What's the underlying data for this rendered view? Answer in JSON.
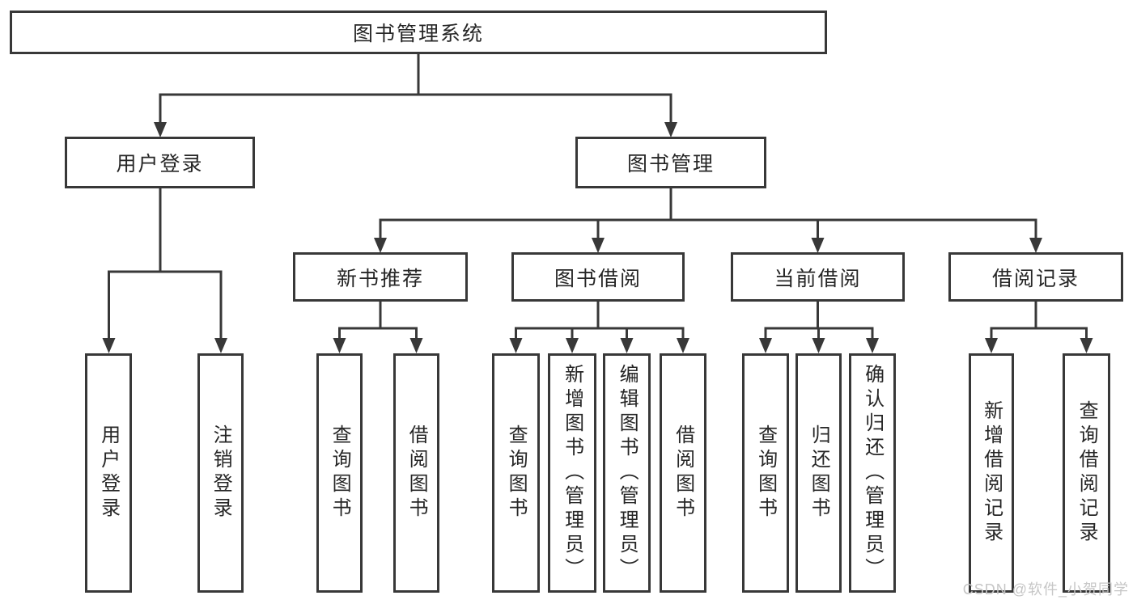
{
  "diagram_title": "图书管理系统",
  "nodes": {
    "root": {
      "label": "图书管理系统"
    },
    "user_login": {
      "label": "用户登录"
    },
    "book_mgmt": {
      "label": "图书管理"
    },
    "new_rec": {
      "label": "新书推荐"
    },
    "book_borrow": {
      "label": "图书借阅"
    },
    "cur_borrow": {
      "label": "当前借阅"
    },
    "borrow_rec": {
      "label": "借阅记录"
    },
    "ul_login": {
      "label": "用户登录"
    },
    "ul_logout": {
      "label": "注销登录"
    },
    "nr_query": {
      "label": "查询图书"
    },
    "nr_borrow": {
      "label": "借阅图书"
    },
    "bb_query": {
      "label": "查询图书"
    },
    "bb_add": {
      "label": "新增图书（管理员）"
    },
    "bb_edit": {
      "label": "编辑图书（管理员）"
    },
    "bb_borrow": {
      "label": "借阅图书"
    },
    "cb_query": {
      "label": "查询图书"
    },
    "cb_return": {
      "label": "归还图书"
    },
    "cb_confirm": {
      "label": "确认归还（管理员）"
    },
    "br_add": {
      "label": "新增借阅记录"
    },
    "br_query": {
      "label": "查询借阅记录"
    }
  },
  "hierarchy": {
    "图书管理系统": [
      "用户登录",
      "图书管理"
    ],
    "用户登录": [
      "用户登录",
      "注销登录"
    ],
    "图书管理": [
      "新书推荐",
      "图书借阅",
      "当前借阅",
      "借阅记录"
    ],
    "新书推荐": [
      "查询图书",
      "借阅图书"
    ],
    "图书借阅": [
      "查询图书",
      "新增图书（管理员）",
      "编辑图书（管理员）",
      "借阅图书"
    ],
    "当前借阅": [
      "查询图书",
      "归还图书",
      "确认归还（管理员）"
    ],
    "借阅记录": [
      "新增借阅记录",
      "查询借阅记录"
    ]
  },
  "watermark": "CSDN @软件_小贺同学",
  "colors": {
    "line": "#383838",
    "text": "#262626",
    "watermark": "#c6c6c6",
    "background": "#ffffff"
  }
}
